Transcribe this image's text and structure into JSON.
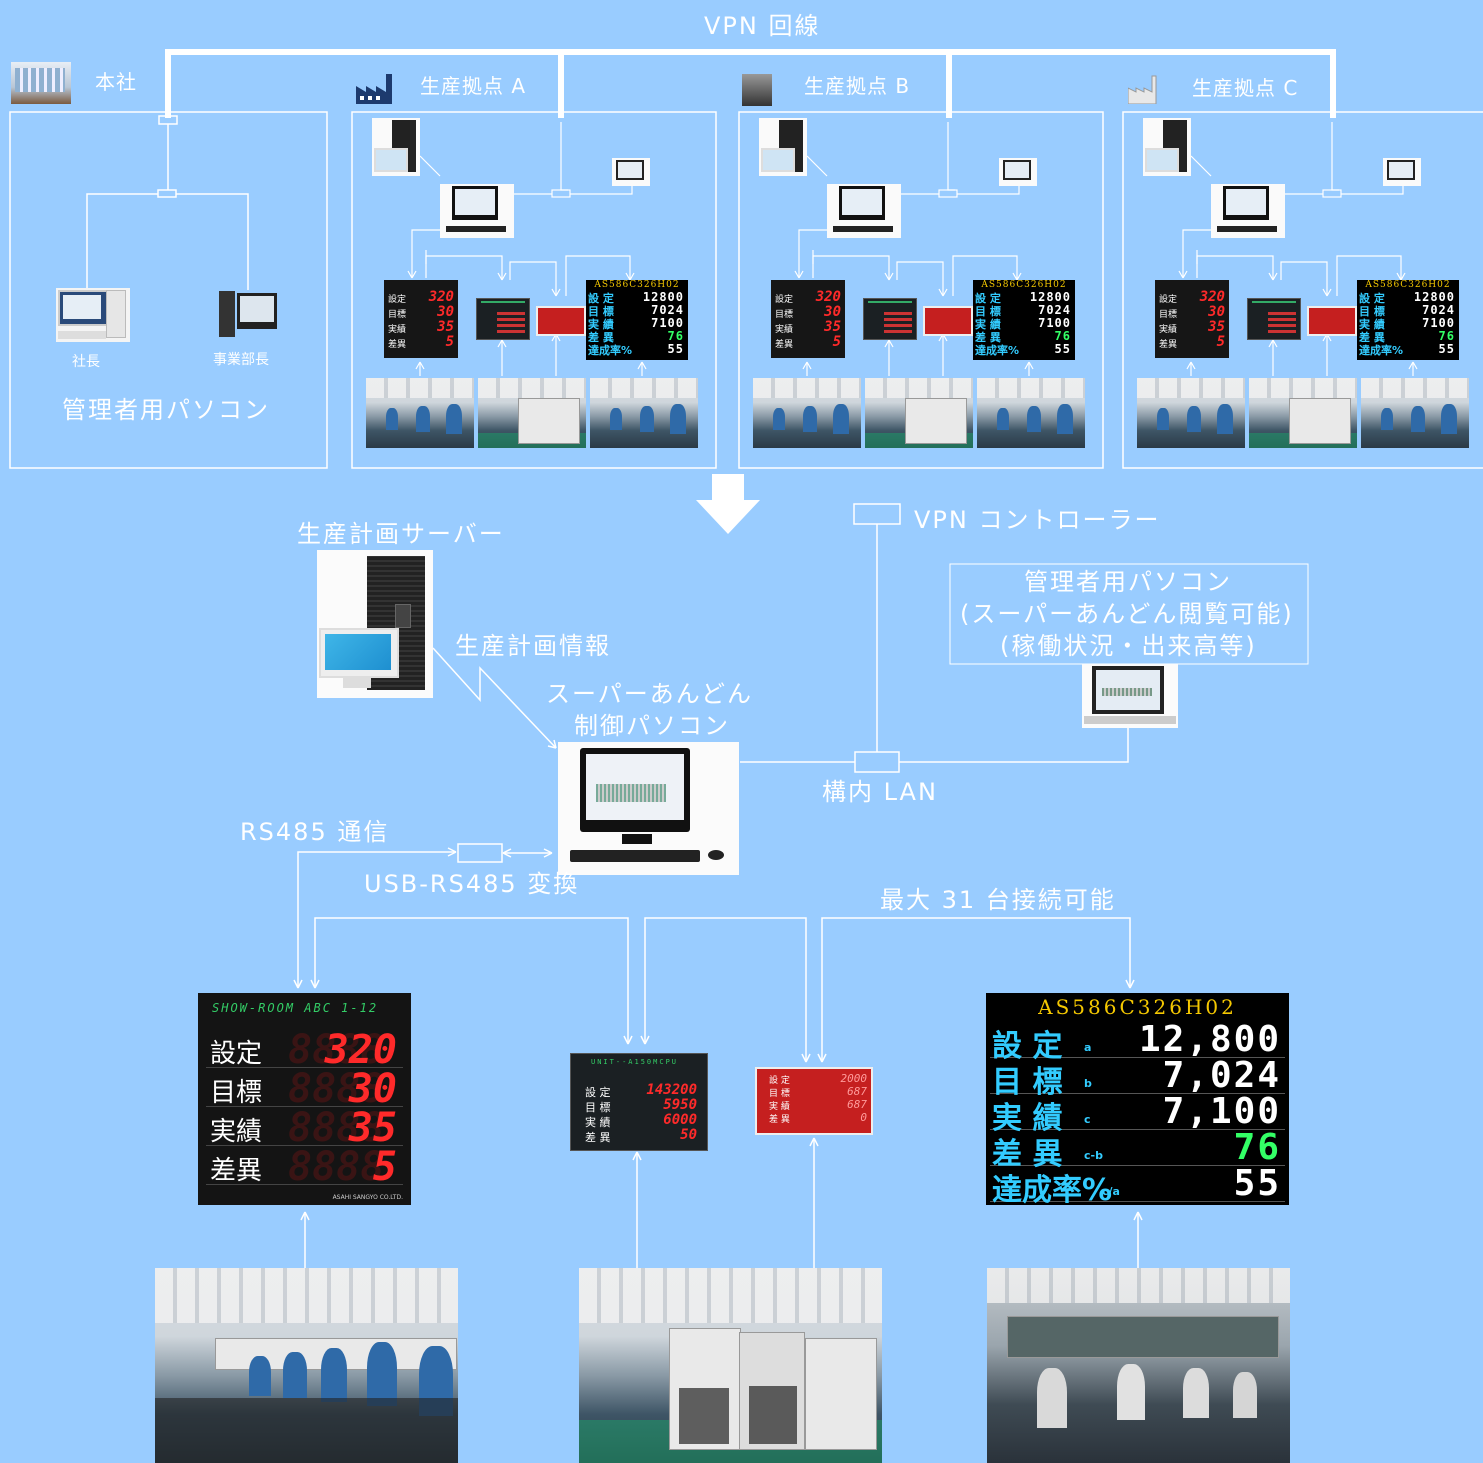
{
  "vpn_line": "VPN 回線",
  "hq": {
    "title": "本社",
    "president": "社長",
    "division_head": "事業部長",
    "admin_pc": "管理者用パソコン"
  },
  "sites": [
    {
      "title": "生産拠点 A"
    },
    {
      "title": "生産拠点 B"
    },
    {
      "title": "生産拠点 C"
    }
  ],
  "panel_small": {
    "labels": [
      "設定",
      "目標",
      "実績",
      "差異"
    ],
    "values": [
      "320",
      "30",
      "35",
      "5"
    ]
  },
  "panel_big": {
    "header": "AS586C326H02",
    "rows": [
      {
        "label": "設 定",
        "sub": "a",
        "value": "12800"
      },
      {
        "label": "目 標",
        "sub": "b",
        "value": "7024"
      },
      {
        "label": "実 績",
        "sub": "c",
        "value": "7100"
      },
      {
        "label": "差 異",
        "sub": "c-b",
        "value": "76"
      },
      {
        "label": "達成率%",
        "sub": "c/a",
        "value": "55"
      }
    ]
  },
  "server": {
    "title": "生産計画サーバー",
    "info": "生産計画情報"
  },
  "control_pc": {
    "line1": "スーパーあんどん",
    "line2": "制御パソコン"
  },
  "vpn_controller": "VPN コントローラー",
  "admin_pc_box": {
    "line1": "管理者用パソコン",
    "line2": "スーパーあんどん閲覧可能",
    "line3": "(稼働状況・出来高等)"
  },
  "lan": "構内 LAN",
  "rs485": "RS485 通信",
  "usb_rs485": "USB-RS485 変換",
  "max_connect": "最大 31 台接続可能",
  "display1": {
    "header": "SHOW-ROOM ABC 1-12",
    "labels": [
      "設定",
      "目標",
      "実績",
      "差異"
    ],
    "values": [
      "320",
      "30",
      "35",
      "5"
    ],
    "footer": "ASAHI SANGYO CO.LTD."
  },
  "display2": {
    "header": "UNIT--A150MCPU",
    "labels": [
      "設 定",
      "目 標",
      "実 績",
      "差 異"
    ],
    "values": [
      "143200",
      "5950",
      "6000",
      "50"
    ]
  },
  "display3": {
    "labels": [
      "設 定",
      "目 標",
      "実 績",
      "差 異"
    ],
    "values": [
      "2000",
      "687",
      "687",
      "0"
    ]
  },
  "display4": {
    "header": "AS586C326H02",
    "rows": [
      {
        "label": "設 定",
        "sub": "a",
        "value": "12,800"
      },
      {
        "label": "目 標",
        "sub": "b",
        "value": "7,024"
      },
      {
        "label": "実 績",
        "sub": "c",
        "value": "7,100"
      },
      {
        "label": "差 異",
        "sub": "c-b",
        "value": "76"
      },
      {
        "label": "達成率%",
        "sub": "c/a",
        "value": "55"
      }
    ]
  },
  "colors": {
    "background": "#99ccff",
    "line": "#ffffff",
    "led_red": "#ff2a2a",
    "panel_blue_text": "#33ccff",
    "panel_header": "#f5c800"
  }
}
